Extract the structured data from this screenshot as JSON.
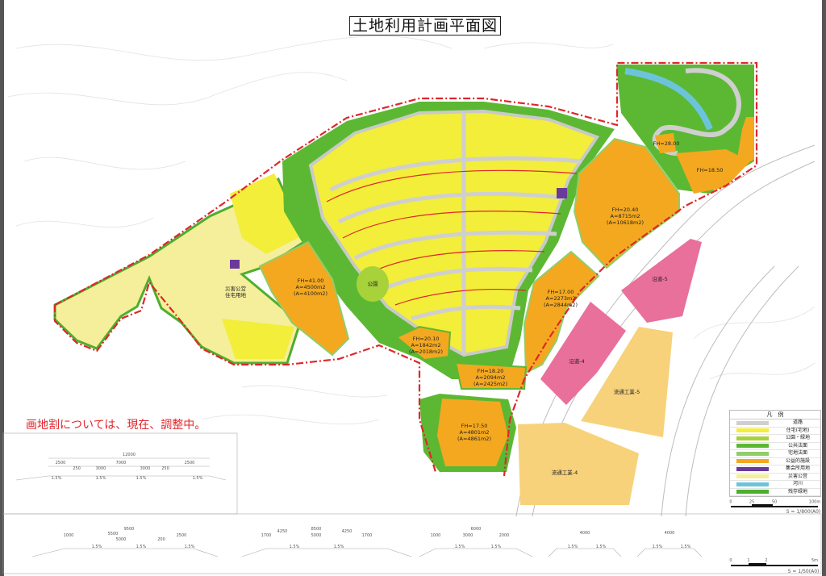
{
  "title": "土地利用計画平面図",
  "note": "画地割については、現在、調整中。",
  "colors": {
    "boundary": "#e0262b",
    "road": "#cfcfcf",
    "residential": "#f2ee3a",
    "park": "#a8d23a",
    "public_slope": "#5cb833",
    "residential_slope": "#8fce6a",
    "public_facility": "#f4a81f",
    "meeting_hall": "#6a3a9a",
    "roadside": "#e8709a",
    "distribution": "#f7d27a",
    "river": "#6cc4dc",
    "remaining_green": "#4fae2e"
  },
  "legend": {
    "title": "凡　例",
    "items": [
      {
        "label": "道路",
        "color": "#cfcfcf"
      },
      {
        "label": "住宅(宅地)",
        "color": "#f2ee3a"
      },
      {
        "label": "公園・緑地",
        "color": "#a8d23a"
      },
      {
        "label": "公共法面",
        "color": "#5cb833"
      },
      {
        "label": "宅地法面",
        "color": "#8fce6a"
      },
      {
        "label": "公益的施設",
        "color": "#f4a81f"
      },
      {
        "label": "集会所用地",
        "color": "#6a3a9a"
      },
      {
        "label": "災害公営",
        "color": "#f5ee9a"
      },
      {
        "label": "河川",
        "color": "#6cc4dc"
      },
      {
        "label": "残存緑地",
        "color": "#4fae2e"
      }
    ]
  },
  "scales": {
    "plan": {
      "ticks": [
        "0",
        "25",
        "50",
        "100m"
      ],
      "label": "S = 1/800(A0)"
    },
    "section": {
      "ticks": [
        "0",
        "1",
        "2",
        "5m"
      ],
      "label": "S = 1/50(A0)"
    }
  },
  "zones": {
    "disaster_housing": "災害公営\n住宅用地",
    "fh4100": [
      "FH=41.00",
      "A=4500m2",
      "(A=4100m2)"
    ],
    "fh2040": [
      "FH=20.40",
      "A=8715m2",
      "(A=10618m2)"
    ],
    "fh1700": [
      "FH=17.00",
      "A=2273m2",
      "(A=2844m2)"
    ],
    "fh2010": [
      "FH=20.10",
      "A=1842m2",
      "(A=2018m2)"
    ],
    "fh1820": [
      "FH=18.20",
      "A=2094m2",
      "(A=2425m2)"
    ],
    "fh1750": [
      "FH=17.50",
      "A=4801m2",
      "(A=4861m2)"
    ],
    "fh1850": "FH=18.50",
    "fh2800": "FH=28.00",
    "roadside5": "沿道-5",
    "roadside4": "沿道-4",
    "dist5": "流通工業-5",
    "dist4": "流通工業-4",
    "park": "公園"
  },
  "sections": [
    {
      "dims": [
        "12000",
        "2500",
        "7000",
        "2500",
        "250",
        "3000",
        "3000",
        "250"
      ],
      "slopes": [
        "1.5%",
        "1.5%",
        "1.5%",
        "1.5%"
      ]
    },
    {
      "dims": [
        "9500",
        "1000",
        "5500",
        "5000",
        "2500",
        "200"
      ],
      "slopes": [
        "1.5%",
        "1.5%",
        "1.5%"
      ]
    },
    {
      "dims": [
        "8500",
        "1700",
        "4250",
        "5000",
        "4250",
        "1700"
      ],
      "slopes": [
        "1.5%",
        "1.5%"
      ]
    },
    {
      "dims": [
        "6000",
        "1000",
        "3000",
        "2000"
      ],
      "slopes": [
        "1.5%",
        "1.5%"
      ]
    },
    {
      "dims": [
        "4000"
      ],
      "slopes": [
        "1.5%",
        "1.5%"
      ]
    },
    {
      "dims": [
        "4000"
      ],
      "slopes": [
        "1.5%",
        "1.5%"
      ]
    }
  ]
}
